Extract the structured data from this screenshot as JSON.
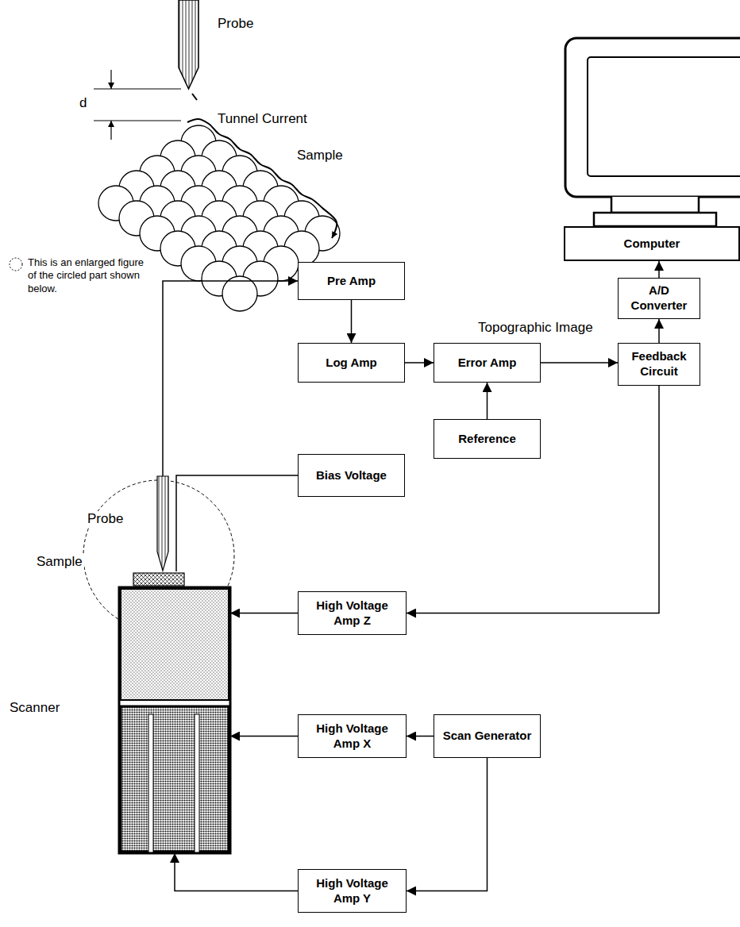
{
  "diagram": {
    "nodes": [
      {
        "text": [
          "Computer"
        ]
      },
      {
        "text": [
          "A/D Converter"
        ]
      },
      {
        "text": [
          "Pre Amp"
        ]
      },
      {
        "text": [
          "Log Amp"
        ]
      },
      {
        "text": [
          "Error Amp"
        ]
      },
      {
        "text": [
          "Feedback Circuit"
        ]
      },
      {
        "text": [
          "Reference"
        ]
      },
      {
        "text": [
          "Bias Voltage"
        ]
      },
      {
        "text": [
          "Probe"
        ]
      },
      {
        "text": [
          "Sample"
        ]
      },
      {
        "text": [
          "High Voltage Amp Z"
        ]
      },
      {
        "text": [
          "Scanner"
        ]
      },
      {
        "text": [
          "High Voltage Amp X"
        ]
      },
      {
        "text": [
          "Scan Generator"
        ]
      },
      {
        "text": [
          "High Voltage Amp Y"
        ]
      }
    ],
    "edges": [
      {
        "from": 8,
        "to": 2,
        "arrow": "to"
      },
      {
        "from": 2,
        "to": 3,
        "arrow": "to"
      },
      {
        "from": 3,
        "to": 4,
        "arrow": "to"
      },
      {
        "from": 6,
        "to": 4,
        "arrow": "to"
      },
      {
        "from": 4,
        "to": 5,
        "arrow": "to"
      },
      {
        "from": 5,
        "to": 1,
        "arrow": "to"
      },
      {
        "from": 1,
        "to": 0,
        "arrow": "to"
      },
      {
        "from": 9,
        "to": 7,
        "arrow": "none"
      },
      {
        "from": 5,
        "to": 10,
        "arrow": "to"
      },
      {
        "from": 10,
        "to": 11,
        "arrow": "to"
      },
      {
        "from": 13,
        "to": 12,
        "arrow": "to"
      },
      {
        "from": 12,
        "to": 11,
        "arrow": "to"
      },
      {
        "from": 13,
        "to": 14,
        "arrow": "to"
      },
      {
        "from": 14,
        "to": 11,
        "arrow": "to"
      }
    ],
    "labels": [
      "Probe",
      "d",
      "Tunnel Current",
      "Sample",
      "This is an enlarged figure of the circled part shown below.",
      "Topographic Image"
    ]
  }
}
